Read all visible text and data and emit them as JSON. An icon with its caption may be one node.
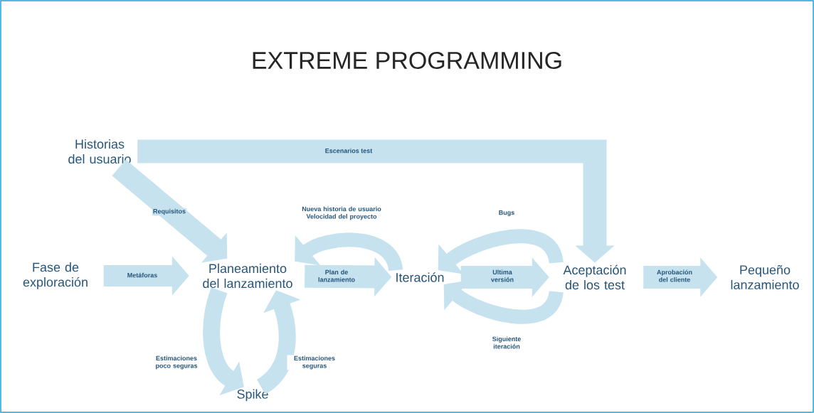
{
  "diagram": {
    "title": "EXTREME PROGRAMMING",
    "nodes": [
      {
        "text": [
          "Historias del usuario"
        ]
      },
      {
        "text": [
          "Fase de exploración"
        ]
      },
      {
        "text": [
          "Planeamiento del lanzamiento"
        ]
      },
      {
        "text": [
          "Iteración"
        ]
      },
      {
        "text": [
          "Aceptación de los test"
        ]
      },
      {
        "text": [
          "Pequeño lanzamiento"
        ]
      },
      {
        "text": [
          "Spike"
        ]
      }
    ],
    "edges": [
      {
        "from": 0,
        "to": 4,
        "arrow": "to",
        "label": "Escenarios test"
      },
      {
        "from": 0,
        "to": 2,
        "arrow": "to",
        "label": "Requisitos"
      },
      {
        "from": 1,
        "to": 2,
        "arrow": "to",
        "label": "Metáforas"
      },
      {
        "from": 3,
        "to": 2,
        "arrow": "to",
        "label": "Nueva historia de usuario Velocidad del proyecto"
      },
      {
        "from": 2,
        "to": 3,
        "arrow": "to",
        "label": "Plan de lanzamiento"
      },
      {
        "from": 2,
        "to": 6,
        "arrow": "to",
        "label": "Estimaciones poco seguras"
      },
      {
        "from": 6,
        "to": 2,
        "arrow": "to",
        "label": "Estimaciones seguras"
      },
      {
        "from": 4,
        "to": 3,
        "arrow": "to",
        "label": "Bugs"
      },
      {
        "from": 3,
        "to": 4,
        "arrow": "to",
        "label": "Ultima versión"
      },
      {
        "from": 4,
        "to": 3,
        "arrow": "to",
        "label": "Siguiente iteración"
      },
      {
        "from": 4,
        "to": 5,
        "arrow": "to",
        "label": "Aprobación del cliente"
      }
    ]
  }
}
